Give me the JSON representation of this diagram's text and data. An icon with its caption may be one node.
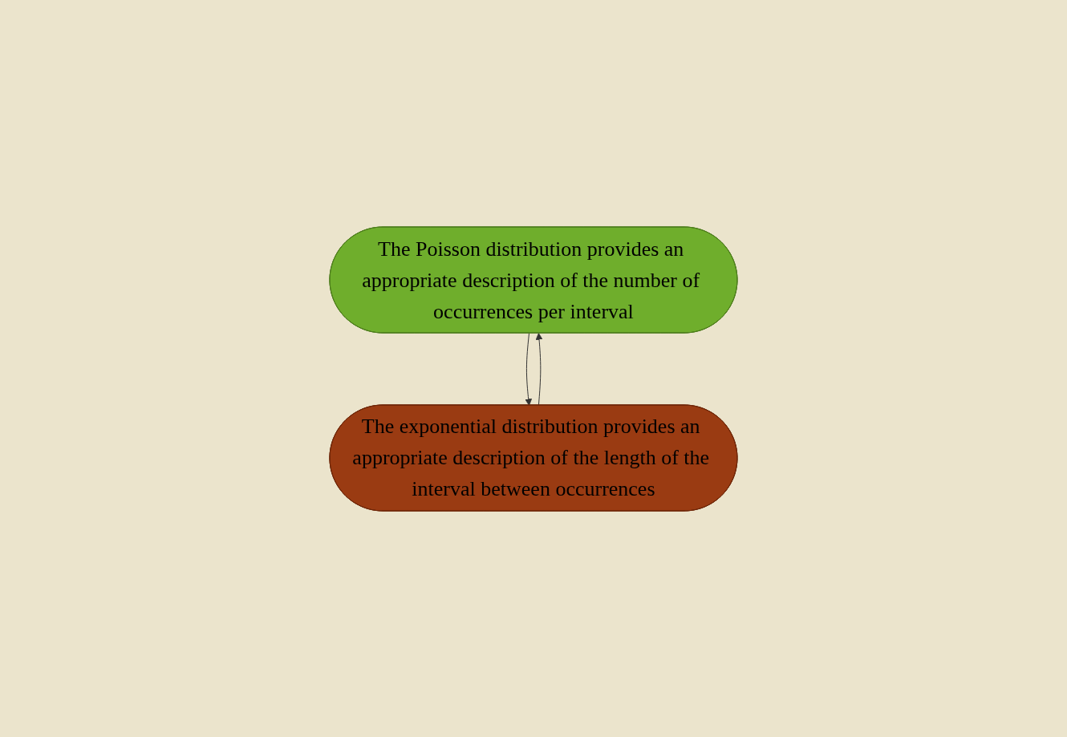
{
  "diagram": {
    "nodes": [
      {
        "text": [
          "The Poisson distribution provides an appropriate description of the number of occurrences per interval"
        ]
      },
      {
        "text": [
          "The exponential distribution provides an appropriate description of the length of the interval between occurrences"
        ]
      }
    ],
    "edges": [
      {
        "from": 0,
        "to": 1,
        "arrow": "to"
      },
      {
        "from": 1,
        "to": 0,
        "arrow": "to"
      }
    ]
  }
}
